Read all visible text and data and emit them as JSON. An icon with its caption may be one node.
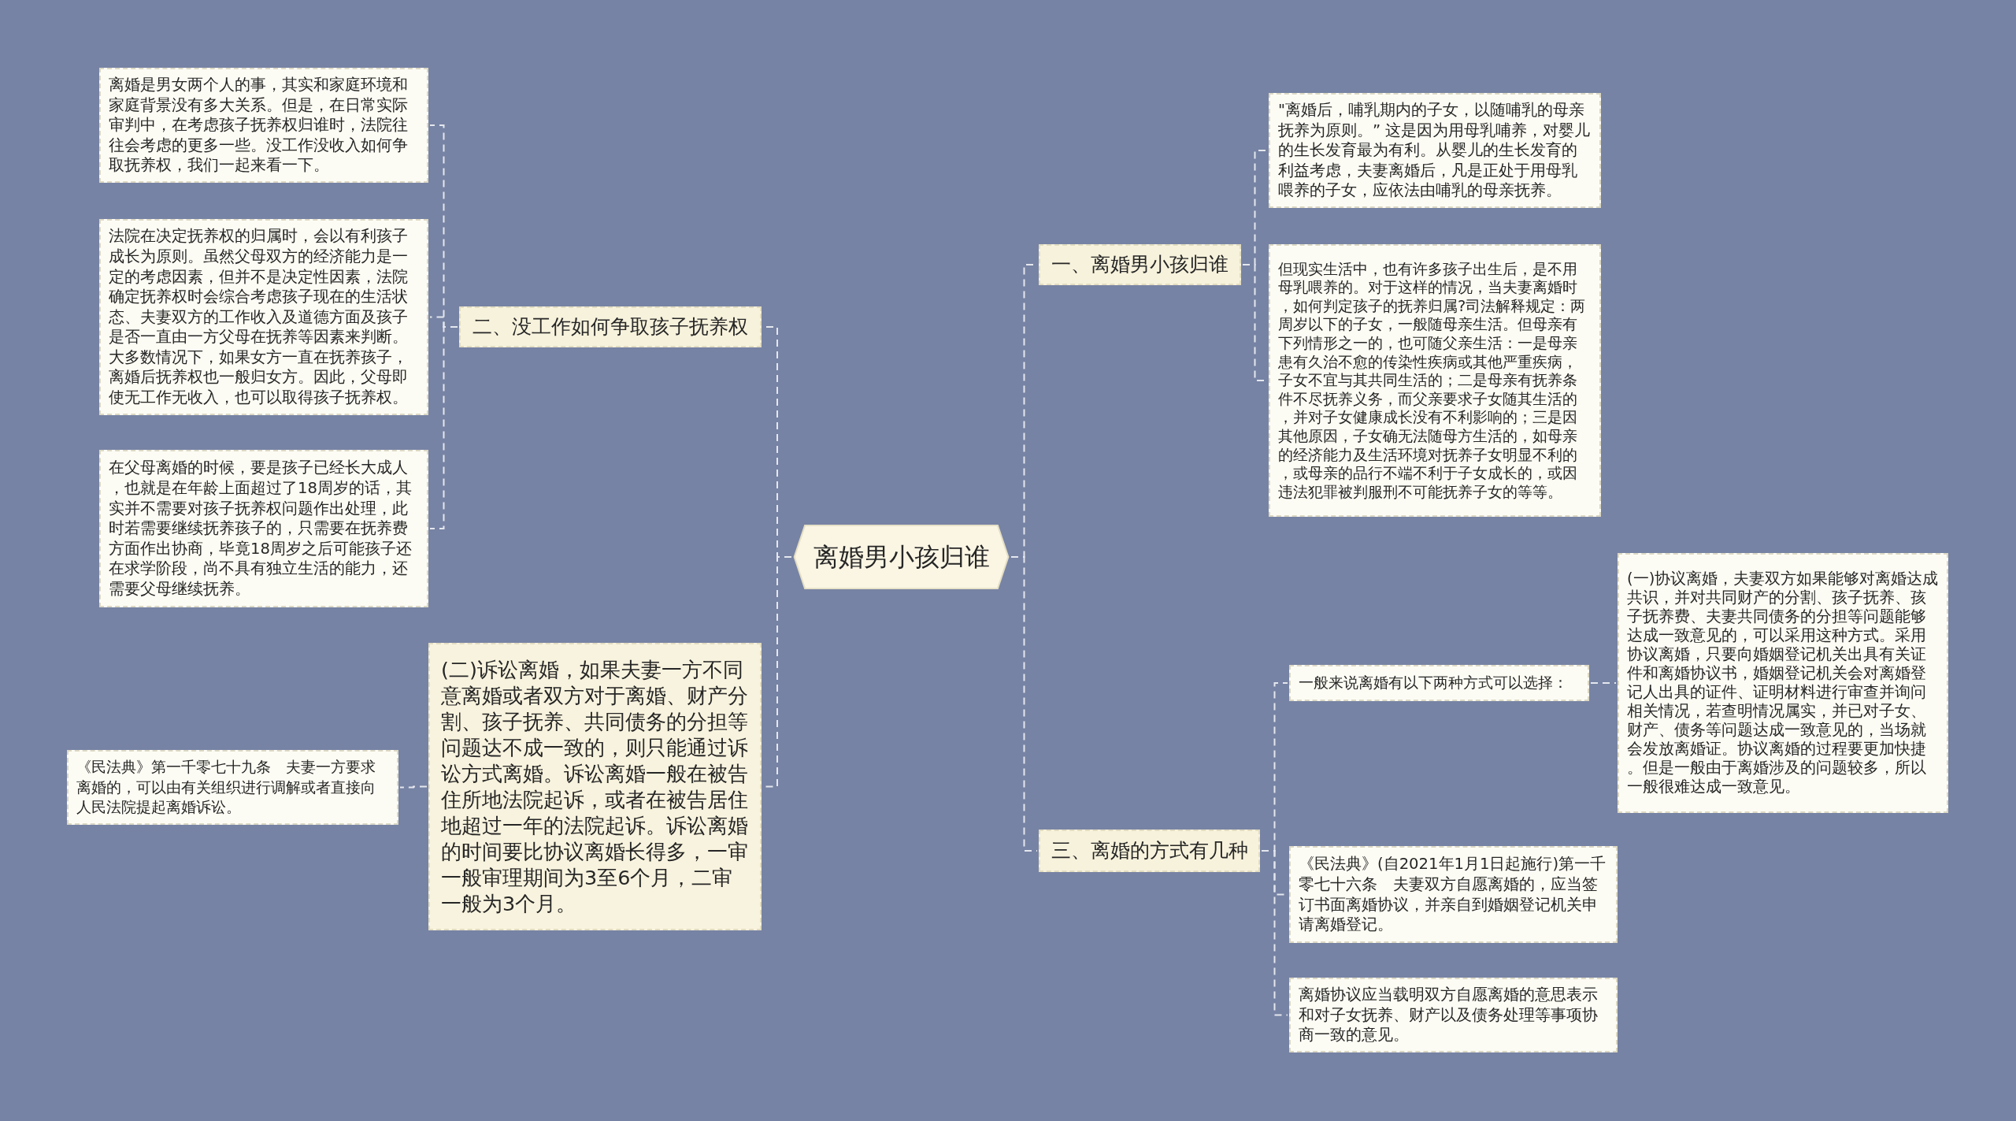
{
  "diagram": {
    "nodes": [
      {
        "text": [
          "离婚男小孩归谁"
        ]
      },
      {
        "text": [
          "一、离婚男小孩归谁"
        ]
      },
      {
        "text": [
          "\"离婚后，哺乳期内的子女，以随哺乳的母亲抚养为原则。” 这是因为用母乳哺养，对婴儿的生长发育最为有利。从婴儿的生长发育的利益考虑，夫妻离婚后，凡是正处于用母乳喂养的子女，应依法由哺乳的母亲抚养。"
        ]
      },
      {
        "text": [
          "但现实生活中，也有许多孩子出生后，是不用母乳喂养的。对于这样的情况，当夫妻离婚时，如何判定孩子的抚养归属?司法解释规定：两周岁以下的子女，一般随母亲生活。但母亲有下列情形之一的，也可随父亲生活：一是母亲患有久治不愈的传染性疾病或其他严重疾病，子女不宜与其共同生活的；二是母亲有抚养条件不尽抚养义务，而父亲要求子女随其生活的，并对子女健康成长没有不利影响的；三是因其他原因，子女确无法随母方生活的，如母亲的经济能力及生活环境对抚养子女明显不利的，或母亲的品行不端不利于子女成长的，或因违法犯罪被判服刑不可能抚养子女的等等。"
        ]
      },
      {
        "text": [
          "二、没工作如何争取孩子抚养权"
        ]
      },
      {
        "text": [
          "离婚是男女两个人的事，其实和家庭环境和家庭背景没有多大关系。但是，在日常实际审判中，在考虑孩子抚养权归谁时，法院往往会考虑的更多一些。没工作没收入如何争取抚养权，我们一起来看一下。"
        ]
      },
      {
        "text": [
          "法院在决定抚养权的归属时，会以有利孩子成长为原则。虽然父母双方的经济能力是一定的考虑因素，但并不是决定性因素，法院确定抚养权时会综合考虑孩子现在的生活状态、夫妻双方的工作收入及道德方面及孩子是否一直由一方父母在抚养等因素来判断。大多数情况下，如果女方一直在抚养孩子，离婚后抚养权也一般归女方。因此，父母即使无工作无收入，也可以取得孩子抚养权。"
        ]
      },
      {
        "text": [
          "在父母离婚的时候，要是孩子已经长大成人，也就是在年龄上面超过了18周岁的话，其实并不需要对孩子抚养权问题作出处理，此时若需要继续抚养孩子的，只需要在抚养费方面作出协商，毕竟18周岁之后可能孩子还在求学阶段，尚不具有独立生活的能力，还需要父母继续抚养。"
        ]
      },
      {
        "text": [
          "三、离婚的方式有几种"
        ]
      },
      {
        "text": [
          "一般来说离婚有以下两种方式可以选择："
        ]
      },
      {
        "text": [
          "(一)协议离婚，夫妻双方如果能够对离婚达成共识，并对共同财产的分割、孩子抚养、孩子抚养费、夫妻共同债务的分担等问题能够达成一致意见的，可以采用这种方式。采用协议离婚，只要向婚姻登记机关出具有关证件和离婚协议书，婚姻登记机关会对离婚登记人出具的证件、证明材料进行审查并询问相关情况，若查明情况属实，并已对子女、财产、债务等问题达成一致意见的，当场就会发放离婚证。协议离婚的过程要更加快捷。但是一般由于离婚涉及的问题较多，所以一般很难达成一致意见。"
        ]
      },
      {
        "text": [
          "《民法典》(自2021年1月1日起施行)第一千零七十六条　夫妻双方自愿离婚的，应当签订书面离婚协议，并亲自到婚姻登记机关申请离婚登记。"
        ]
      },
      {
        "text": [
          "离婚协议应当载明双方自愿离婚的意思表示和对子女抚养、财产以及债务处理等事项协商一致的意见。"
        ]
      },
      {
        "text": [
          "(二)诉讼离婚，如果夫妻一方不同意离婚或者双方对于离婚、财产分割、孩子抚养、共同债务的分担等问题达不成一致的，则只能通过诉讼方式离婚。诉讼离婚一般在被告住所地法院起诉，或者在被告居住地超过一年的法院起诉。诉讼离婚的时间要比协议离婚长得多，一审一般审理期间为3至6个月，二审一般为3个月。"
        ]
      },
      {
        "text": [
          "《民法典》第一千零七十九条　夫妻一方要求离婚的，可以由有关组织进行调解或者直接向人民法院提起离婚诉讼。"
        ]
      }
    ],
    "edges": [
      {
        "from": 0,
        "to": 1,
        "arrow": "none"
      },
      {
        "from": 1,
        "to": 2,
        "arrow": "none"
      },
      {
        "from": 1,
        "to": 3,
        "arrow": "none"
      },
      {
        "from": 0,
        "to": 4,
        "arrow": "none"
      },
      {
        "from": 4,
        "to": 5,
        "arrow": "none"
      },
      {
        "from": 4,
        "to": 6,
        "arrow": "none"
      },
      {
        "from": 4,
        "to": 7,
        "arrow": "none"
      },
      {
        "from": 0,
        "to": 8,
        "arrow": "none"
      },
      {
        "from": 8,
        "to": 9,
        "arrow": "none"
      },
      {
        "from": 9,
        "to": 10,
        "arrow": "none"
      },
      {
        "from": 8,
        "to": 11,
        "arrow": "none"
      },
      {
        "from": 8,
        "to": 12,
        "arrow": "none"
      },
      {
        "from": 0,
        "to": 13,
        "arrow": "none"
      },
      {
        "from": 13,
        "to": 14,
        "arrow": "none"
      }
    ]
  }
}
